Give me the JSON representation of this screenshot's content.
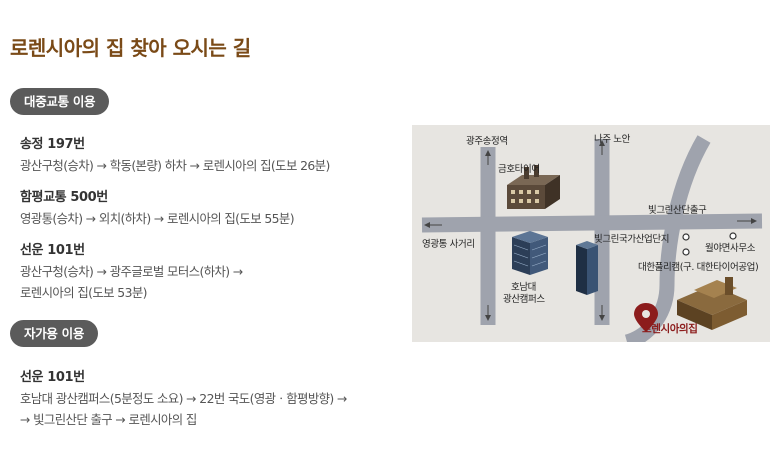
{
  "page": {
    "title": "로렌시아의 집 찾아 오시는 길"
  },
  "public_transport": {
    "label": "대중교통 이용",
    "routes": [
      {
        "name": "송정 197번",
        "lines": [
          "광산구청(승차) → 학동(본량) 하차 → 로렌시아의 집(도보 26분)"
        ]
      },
      {
        "name": "함평교통 500번",
        "lines": [
          "영광통(승차) → 외치(하차) → 로렌시아의 집(도보 55분)"
        ]
      },
      {
        "name": "선운 101번",
        "lines": [
          "광산구청(승차) → 광주글로벌 모터스(하차) →",
          "로렌시아의 집(도보 53분)"
        ]
      }
    ]
  },
  "car": {
    "label": "자가용 이용",
    "routes": [
      {
        "name": "선운 101번",
        "lines": [
          "호남대 광산캠퍼스(5분정도 소요) → 22번 국도(영광ㆍ함평방향) →",
          "→  빛그린산단 출구 → 로렌시아의 집"
        ]
      }
    ]
  },
  "map": {
    "labels": {
      "gwangju_songjeong": "광주송정역",
      "naju": "나주  노안",
      "geumho_tire": "금호타이어",
      "bitgreen_exit": "빛그린산단출구",
      "yeonggwang": "영광통  사거리",
      "bitgreen_complex": "빛그린국가산업단지",
      "woryamyeon": "월야면사무소",
      "daehan_pulley": "대한풀리캠(구. 대한타이어공업)",
      "honam_univ_1": "호남대",
      "honam_univ_2": "광산캠퍼스",
      "lorencia": "로렌시아의집"
    },
    "colors": {
      "background": "#e7e5e1",
      "road": "#9fa3ad",
      "marker": "#8c1c1c"
    }
  }
}
